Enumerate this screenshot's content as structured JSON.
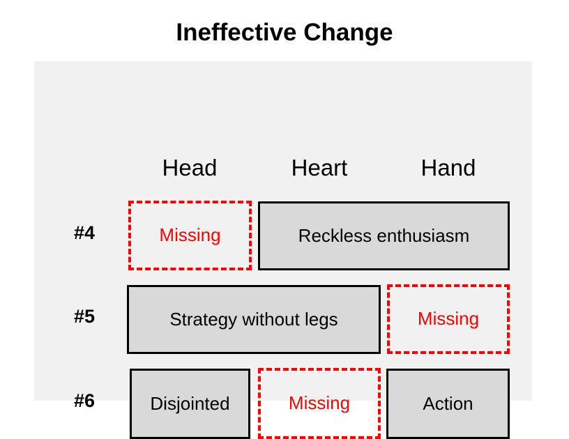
{
  "title": "Ineffective Change",
  "panel": {
    "background_color": "#f1f1f1",
    "columns": [
      {
        "id": "head",
        "label": "Head"
      },
      {
        "id": "heart",
        "label": "Heart"
      },
      {
        "id": "hand",
        "label": "Hand"
      }
    ],
    "rows": [
      {
        "label": "#4",
        "cells": [
          {
            "column": "head",
            "text": "Missing",
            "state": "missing",
            "span": 1
          },
          {
            "column": "heart..hand",
            "text": "Reckless enthusiasm",
            "state": "filled",
            "span": 2
          }
        ]
      },
      {
        "label": "#5",
        "cells": [
          {
            "column": "head..heart",
            "text": "Strategy without legs",
            "state": "filled",
            "span": 2
          },
          {
            "column": "hand",
            "text": "Missing",
            "state": "missing",
            "span": 1
          }
        ]
      },
      {
        "label": "#6",
        "cells": [
          {
            "column": "head",
            "text": "Disjointed",
            "state": "filled",
            "span": 1
          },
          {
            "column": "heart",
            "text": "Missing",
            "state": "missing",
            "span": 1
          },
          {
            "column": "hand",
            "text": "Action",
            "state": "filled",
            "span": 1
          }
        ]
      }
    ]
  },
  "colors": {
    "missing_outline": "#ff0000",
    "missing_text": "#ff0000",
    "filled_fill": "#d9d9d9",
    "filled_border": "#000000",
    "panel_background": "#f1f1f1",
    "page_background": "#ffffff",
    "text": "#000000"
  }
}
